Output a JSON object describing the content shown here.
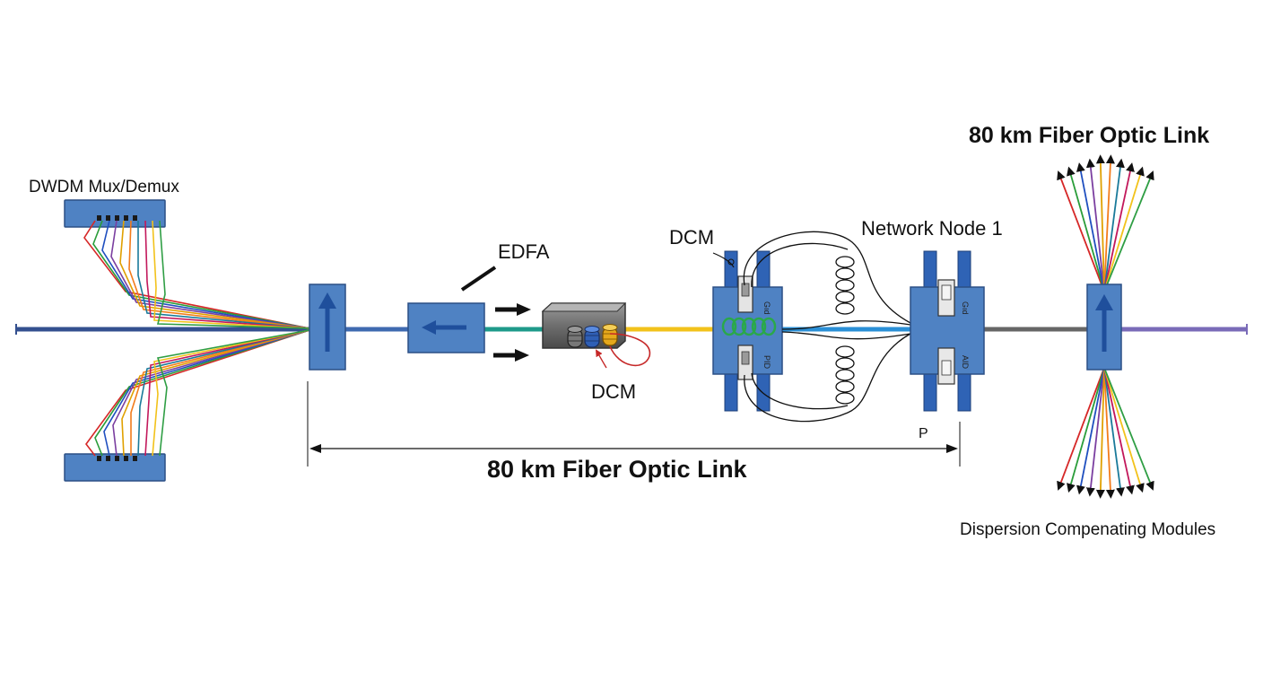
{
  "labels": {
    "mux_demux": "DWDM Mux/Demux",
    "edfa": "EDFA",
    "dcm_bottom": "DCM",
    "dcm_top": "DCM",
    "network_node": "Network Node 1",
    "link_top_right": "80 km Fiber Optic Link",
    "link_dimension": "80 km Fiber Optic Link",
    "modules_caption": "Dispersion Compenating Modules",
    "p_marker": "P"
  },
  "colors": {
    "module_blue": "#4f82c3",
    "rail_blue": "#2f63b5",
    "arrow_blue": "#1f4f9c",
    "fiber_navy": "#34508f",
    "fiber_teal": "#1e9a8a",
    "fiber_yellow": "#f2c21b",
    "fiber_cyan": "#2a8fd6",
    "fiber_gray": "#666666",
    "fiber_purple": "#7a6bb8",
    "coil_green": "#2aa84a"
  },
  "fan_colors": [
    "#d62828",
    "#2a9d3a",
    "#1f4fbf",
    "#7b3fa0",
    "#e0a000",
    "#f27c1c",
    "#1a7a9a",
    "#c2185b",
    "#f2c21b",
    "#2f9e44"
  ],
  "icons": {
    "mux_arrow": "arrow-up-icon",
    "edfa_arrow": "arrow-left-icon",
    "out_arrow": "arrow-up-icon"
  }
}
